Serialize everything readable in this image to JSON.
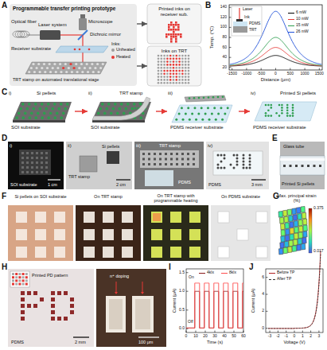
{
  "diagram": {
    "nodes": [
      {
        "text": [
          "Programmable transfer printing prototype"
        ]
      },
      {
        "text": [
          "Printed inks on receiver sub."
        ]
      },
      {
        "text": [
          "Inks on TRT"
        ]
      },
      {
        "text": [
          "i)",
          "Si pellets",
          "SOI substrate"
        ]
      },
      {
        "text": [
          "ii)",
          "TRT stamp",
          "SOI substrate"
        ]
      },
      {
        "text": [
          "iii)",
          "PDMS receiver substrate"
        ]
      },
      {
        "text": [
          "iv)",
          "Printed Si pellets",
          "PDMS receiver substrate"
        ]
      }
    ],
    "edges": [
      {
        "from": 0,
        "to": 1,
        "arrow": "to"
      },
      {
        "from": 0,
        "to": 2,
        "arrow": "to"
      },
      {
        "from": 3,
        "to": 4,
        "arrow": "to"
      },
      {
        "from": 4,
        "to": 5,
        "arrow": "to"
      },
      {
        "from": 5,
        "to": 6,
        "arrow": "to"
      }
    ],
    "labels": [
      "A",
      "Optical fiber",
      "Laser system",
      "Microscope",
      "Dichroic mirror",
      "Receiver substrate",
      "TRT stamp on automated translational stage",
      "Inks:",
      "B",
      "140",
      "120",
      "100",
      "80",
      "60",
      "40",
      "20",
      "Temp. (°C)",
      "-1500",
      "-1000",
      "-500",
      "0",
      "500",
      "1000",
      "1500",
      "Distance (μm)",
      "Laser",
      "Ink",
      "PDMS",
      "TRT",
      "C",
      "D",
      "i)",
      "SOI substrate",
      "1 cm",
      "ii)",
      "Si pellets",
      "TRT stamp",
      "2 cm",
      "iii)",
      "TRT stamp",
      "PDMS",
      "iv)",
      "PDMS",
      "3 mm",
      "E",
      "Glass tube",
      "Printed Si pellets",
      "F",
      "Si pellets on SOI substrate",
      "On TRT stamp",
      "On TRT stamp with programmable heating",
      "On PDMS substrate",
      "G",
      "Max. principal strain (%)",
      "0.375",
      "0.017",
      "H",
      "Printed PD pattern",
      "PDMS",
      "2 mm",
      "n⁺ doping",
      "100 μm",
      "I",
      "Current (μA)",
      "1.5",
      "1.0",
      "0.5",
      "0.0",
      "0",
      "10",
      "20",
      "30",
      "40",
      "50",
      "60",
      "Time (s)",
      "Off",
      "On",
      "J",
      "Current (μA)",
      "6",
      "4",
      "2",
      "0",
      "-3",
      "-2",
      "-1",
      "0",
      "1",
      "2",
      "3",
      "Voltage (V)"
    ],
    "legend": [
      {
        "text": "Unheated",
        "color": "#9e9e9e"
      },
      {
        "text": "Heated",
        "color": "#e53935"
      },
      {
        "text": "6 mW"
      },
      {
        "text": "10 mW"
      },
      {
        "text": "15 mW"
      },
      {
        "text": "26 mW"
      },
      {
        "text": "4klx"
      },
      {
        "text": "8klx"
      },
      {
        "text": "Before TP"
      },
      {
        "text": "After TP"
      }
    ]
  }
}
